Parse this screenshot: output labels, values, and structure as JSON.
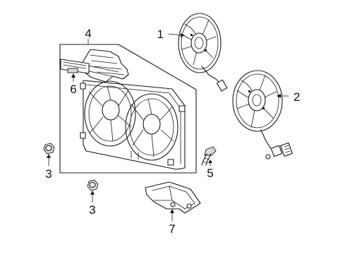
{
  "callouts": [
    {
      "id": "c1",
      "text": "1"
    },
    {
      "id": "c2",
      "text": "2"
    },
    {
      "id": "c3a",
      "text": "3"
    },
    {
      "id": "c3b",
      "text": "3"
    },
    {
      "id": "c4",
      "text": "4"
    },
    {
      "id": "c5",
      "text": "5"
    },
    {
      "id": "c6",
      "text": "6"
    },
    {
      "id": "c7",
      "text": "7"
    }
  ]
}
